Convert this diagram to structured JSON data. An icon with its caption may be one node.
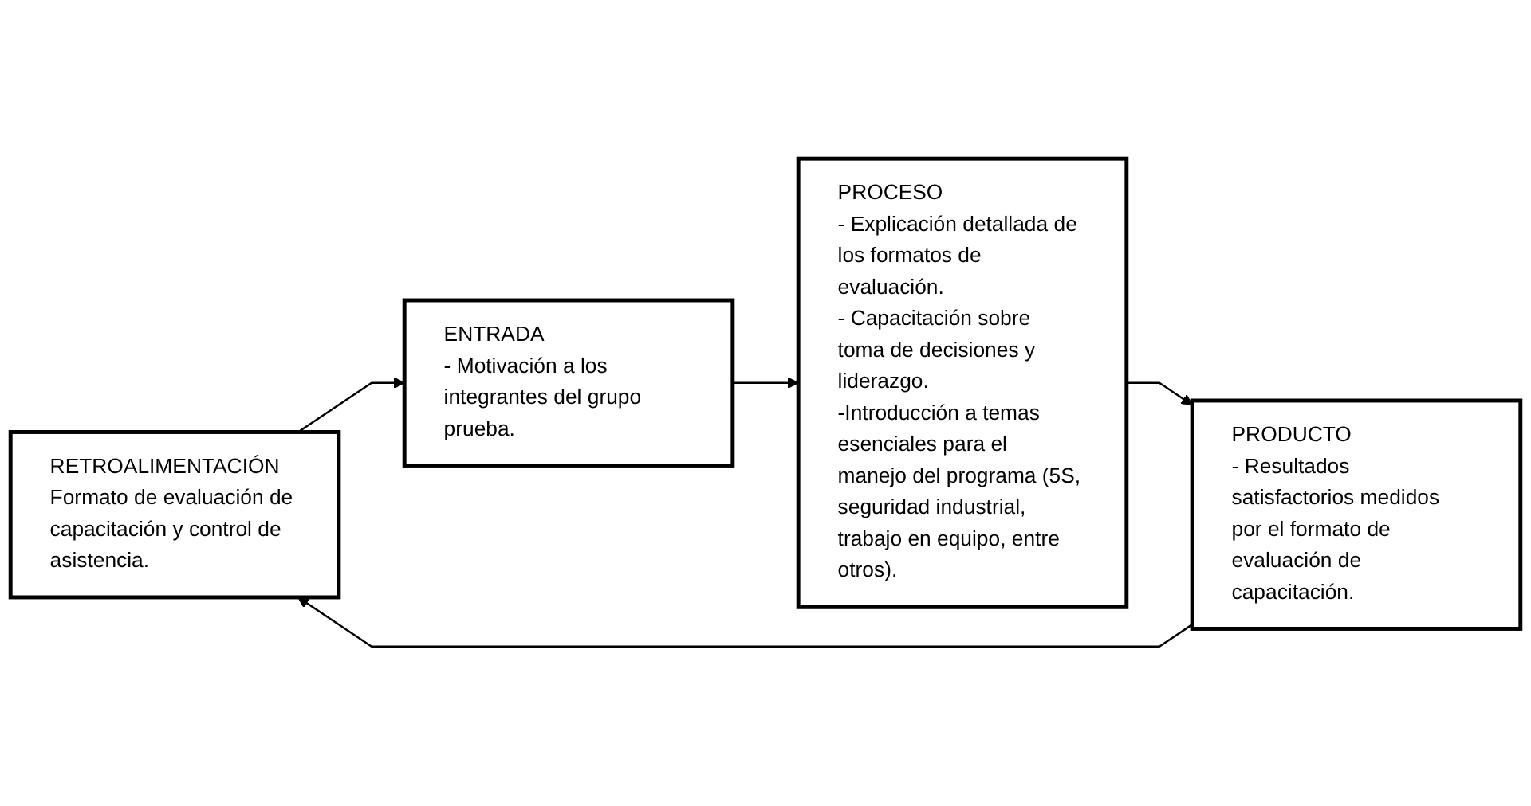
{
  "diagram": {
    "nodes": [
      {
        "text": [
          "RETROALIMENTACIÓN",
          "Formato de evaluación de capacitación y control de asistencia."
        ]
      },
      {
        "text": [
          "ENTRADA",
          "- Motivación a los integrantes del grupo prueba."
        ]
      },
      {
        "text": [
          "PROCESO",
          "- Explicación detallada de los formatos de evaluación.",
          "- Capacitación sobre toma de decisiones y liderazgo.",
          "-Introducción a temas esenciales para el manejo del programa (5S, seguridad industrial, trabajo en equipo, entre otros)."
        ]
      },
      {
        "text": [
          "PRODUCTO",
          "- Resultados satisfactorios medidos por el formato de evaluación de capacitación."
        ]
      }
    ],
    "edges": [
      {
        "from": 0,
        "to": 1,
        "arrow": "to"
      },
      {
        "from": 1,
        "to": 2,
        "arrow": "to"
      },
      {
        "from": 2,
        "to": 3,
        "arrow": "to"
      },
      {
        "from": 3,
        "to": 0,
        "arrow": "to"
      }
    ]
  }
}
